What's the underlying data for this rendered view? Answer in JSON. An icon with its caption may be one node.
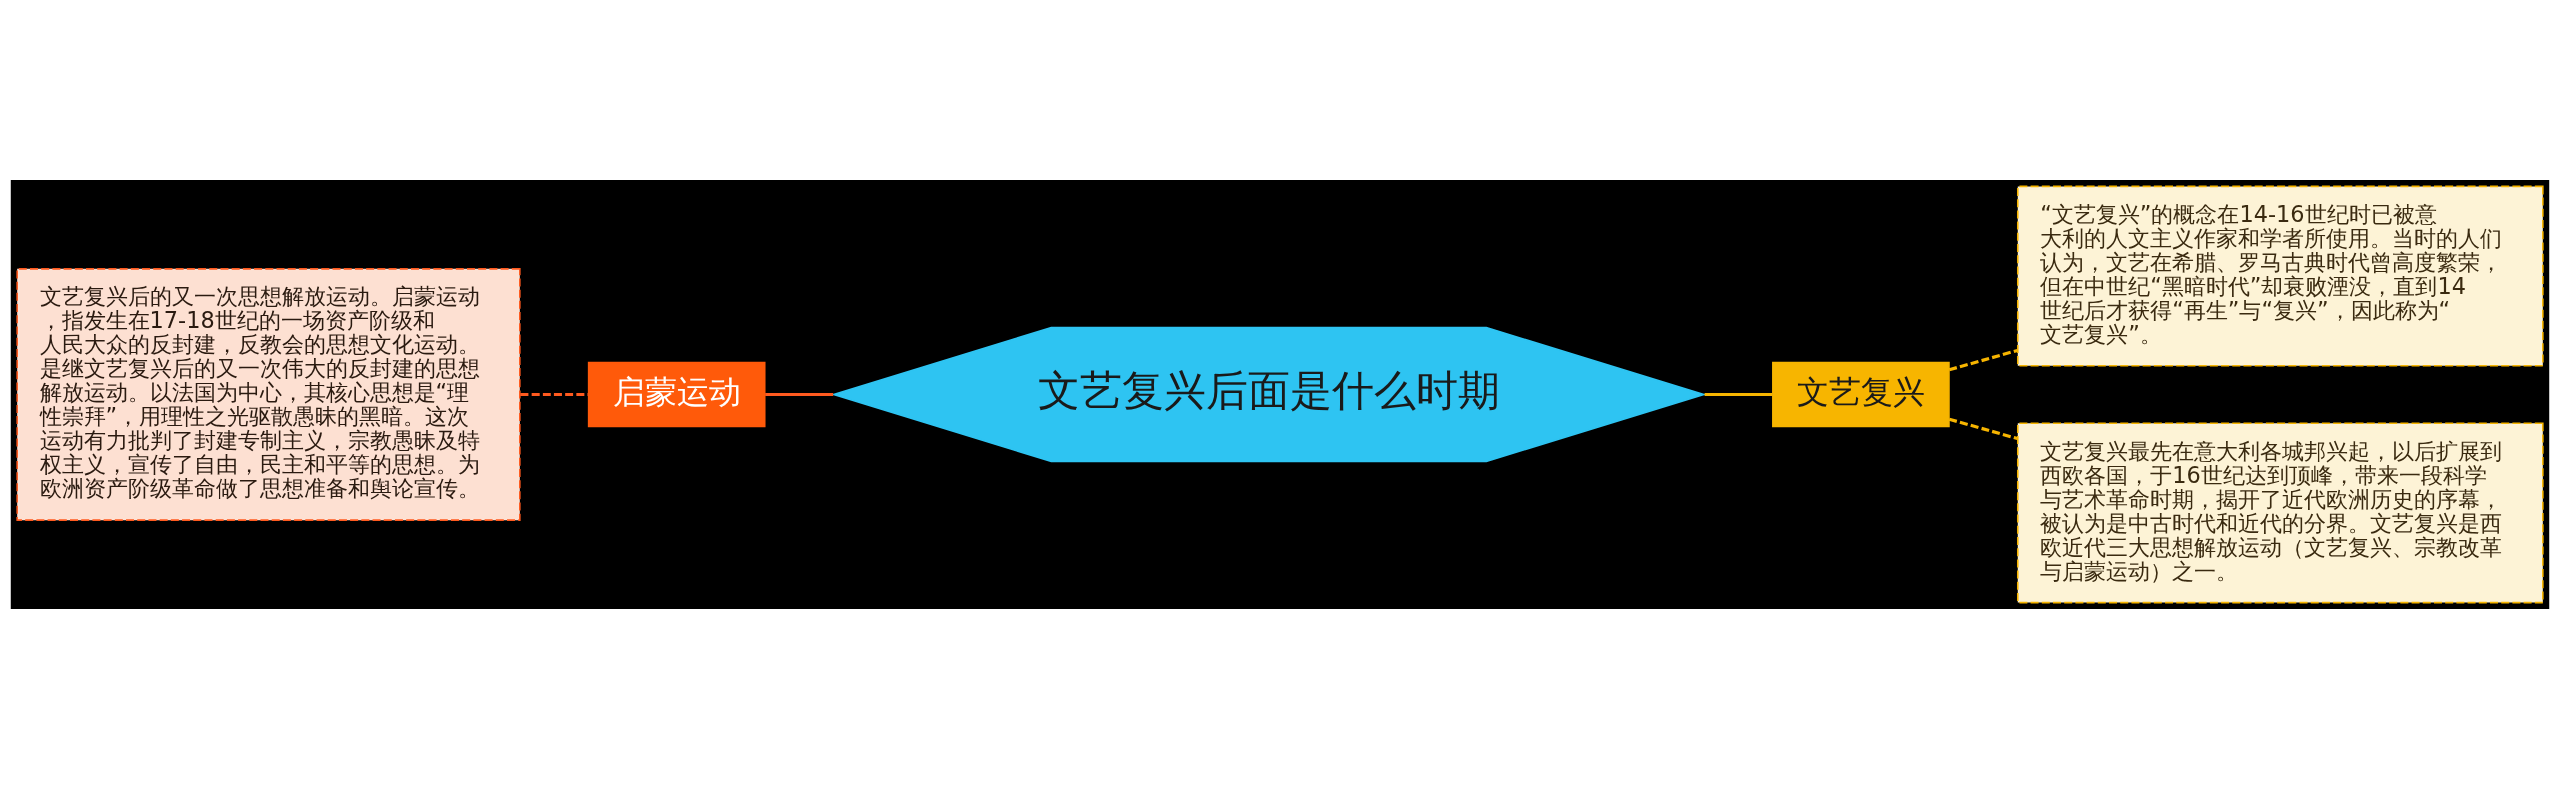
{
  "diagram": {
    "nodes": [
      {
        "text": [
          "文艺复兴后面是什么时期"
        ]
      },
      {
        "text": [
          "启蒙运动"
        ]
      },
      {
        "text": [
          "文艺复兴后的又一次思想解放运动。启蒙运动，指发生在17-18世纪的一场资产阶级和人民大众的反封建，反教会的思想文化运动。是继文艺复兴后的又一次伟大的反封建的思想解放运动。以法国为中心，其核心思想是“理性崇拜”，用理性之光驱散愚昧的黑暗。这次运动有力批判了封建专制主义，宗教愚昧及特权主义，宣传了自由，民主和平等的思想。为欧洲资产阶级革命做了思想准备和舆论宣传。"
        ]
      },
      {
        "text": [
          "文艺复兴"
        ]
      },
      {
        "text": [
          "“文艺复兴”的概念在14-16世纪时已被意大利的人文主义作家和学者所使用。当时的人们认为，文艺在希腊、罗马古典时代曾高度繁荣，但在中世纪“黑暗时代”却衰败湮没，直到14世纪后才获得“再生”与“复兴”，因此称为“文艺复兴”。"
        ]
      },
      {
        "text": [
          "文艺复兴最先在意大利各城邦兴起，以后扩展到西欧各国，于16世纪达到顶峰，带来一段科学与艺术革命时期，揭开了近代欧洲历史的序幕，被认为是中古时代和近代的分界。文艺复兴是西欧近代三大思想解放运动（文艺复兴、宗教改革与启蒙运动）之一。"
        ]
      }
    ],
    "edges": [
      {
        "from": 0,
        "to": 1,
        "arrow": "none",
        "color": "#ff5a1f"
      },
      {
        "from": 1,
        "to": 2,
        "arrow": "none",
        "style": "dashed",
        "color": "#ff5a1f"
      },
      {
        "from": 0,
        "to": 3,
        "arrow": "none"
      },
      {
        "from": 3,
        "to": 4,
        "arrow": "none",
        "style": "dashed"
      },
      {
        "from": 3,
        "to": 5,
        "arrow": "none",
        "style": "dashed"
      }
    ]
  }
}
